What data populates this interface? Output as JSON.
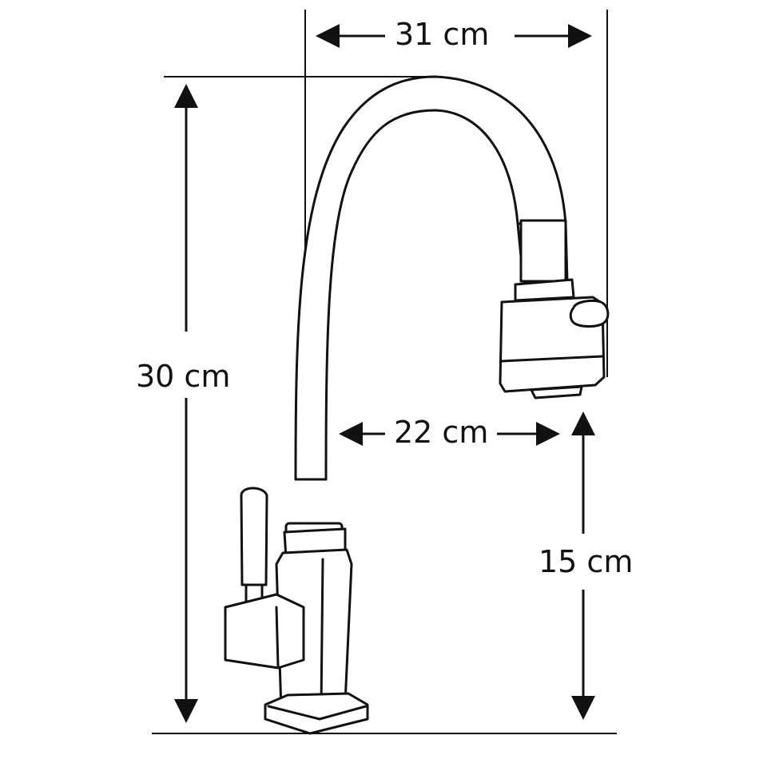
{
  "dimensions": {
    "total_width": "31 cm",
    "total_height": "30 cm",
    "spout_reach": "22 cm",
    "spout_clearance": "15 cm"
  },
  "colors": {
    "line": "#111111",
    "background": "#ffffff"
  }
}
